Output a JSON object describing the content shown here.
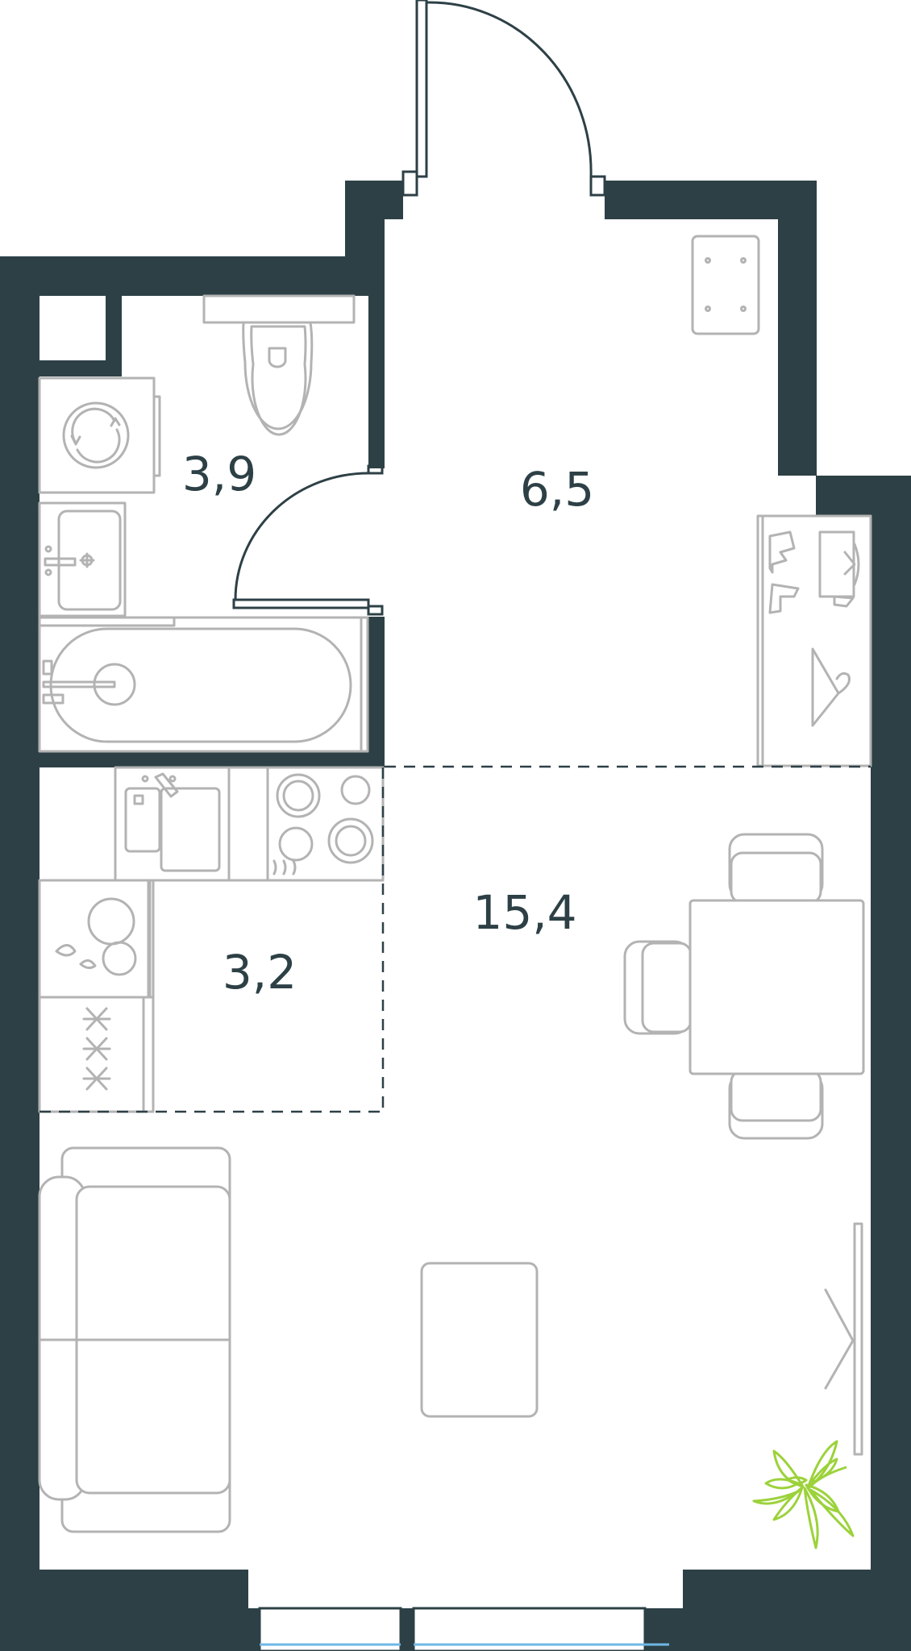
{
  "colors": {
    "wall": "#2d4046",
    "furniture": "#b3b3b3",
    "plant": "#9cd23a",
    "window_glass": "#6fb7e6",
    "background": "#ffffff"
  },
  "rooms": [
    {
      "id": "bathroom",
      "area": "3,9"
    },
    {
      "id": "hallway",
      "area": "6,5"
    },
    {
      "id": "living",
      "area": "15,4"
    },
    {
      "id": "kitchen",
      "area": "3,2"
    }
  ],
  "icons": [
    "entrance-door-icon",
    "bathroom-door-icon",
    "toilet-icon",
    "washing-machine-icon",
    "sink-icon",
    "bathtub-icon",
    "wardrobe-icon",
    "kitchen-sink-icon",
    "cooktop-icon",
    "dishwasher-icon",
    "freezer-icon",
    "dining-table-icon",
    "chair-icon",
    "sofa-icon",
    "coffee-table-icon",
    "tv-icon",
    "plant-icon",
    "window-icon"
  ]
}
